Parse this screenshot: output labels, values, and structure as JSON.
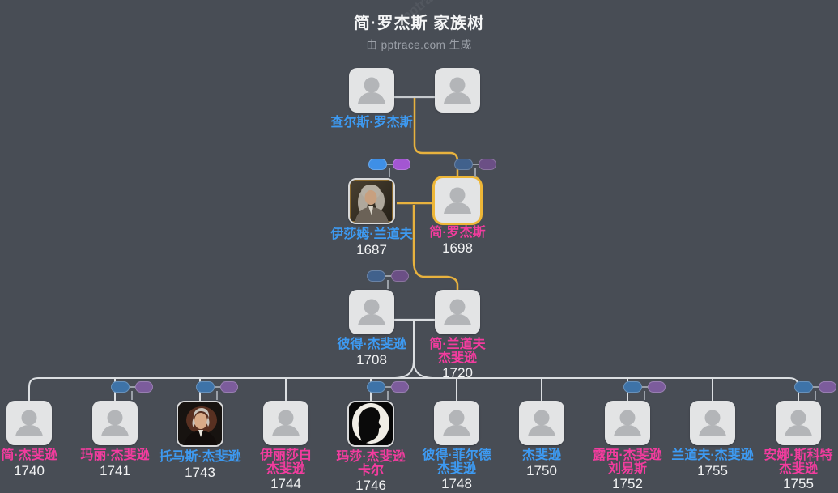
{
  "app": {
    "title": "简·罗杰斯 家族树",
    "subtitle": "由 pptrace.com 生成",
    "watermark": "pptrace"
  },
  "colors": {
    "bg": "#484D55",
    "male": "#3D9AF2",
    "female": "#F23C9E",
    "year": "#F2F3F4",
    "subtitle": "#9CA1A9",
    "card": "#E3E4E5",
    "avatar_icon": "#B3B5B8",
    "highlight_border": "#EDB637",
    "lineage_line": "#E8B23E",
    "couple_line": "#C6CACE",
    "bus_line": "#DCDFE2",
    "pill_blue_bright": "#3E8FE6",
    "pill_purple_bright": "#A356D2",
    "pill_blue_dim": "#3E73A8",
    "pill_purple_dim": "#7C5C9C",
    "pill_blue_muted": "#41618C",
    "pill_purple_muted": "#6B4F85"
  },
  "icons": {
    "avatar_placeholder": "person-silhouette-icon",
    "pill_pair": "collapsed-couple-toggle (blue=male, purple=female)"
  },
  "ancestors": {
    "gen1_father": {
      "name": "查尔斯·罗杰斯",
      "gender": "male"
    },
    "gen1_mother": {
      "name": "",
      "gender": "unknown"
    },
    "gen2_father": {
      "name": "伊莎姆·兰道夫",
      "year": "1687",
      "gender": "male",
      "portrait": "randolph-painting",
      "ancestor_pills": "bright"
    },
    "gen2_mother": {
      "name": "简·罗杰斯",
      "year": "1698",
      "gender": "female",
      "highlighted_root": true,
      "ancestor_pills": "muted"
    },
    "gen3_father": {
      "name": "彼得·杰斐逊",
      "year": "1708",
      "gender": "male",
      "ancestor_pills": "muted"
    },
    "gen3_mother": {
      "name_line1": "简·兰道夫",
      "name_line2": "杰斐逊",
      "year": "1720",
      "gender": "female"
    }
  },
  "children": [
    {
      "name_lines": [
        "简·杰斐逊"
      ],
      "year": "1740",
      "gender": "female",
      "portrait": "none",
      "spouse_pills": null
    },
    {
      "name_lines": [
        "玛丽·杰斐逊"
      ],
      "year": "1741",
      "gender": "female",
      "portrait": "none",
      "spouse_pills": "dim"
    },
    {
      "name_lines": [
        "托马斯·杰斐逊"
      ],
      "year": "1743",
      "gender": "male",
      "portrait": "jefferson-painting",
      "spouse_pills": "dim"
    },
    {
      "name_lines": [
        "伊丽莎白",
        "杰斐逊"
      ],
      "year": "1744",
      "gender": "female",
      "portrait": "none",
      "spouse_pills": null
    },
    {
      "name_lines": [
        "玛莎·杰斐逊",
        "卡尔"
      ],
      "year": "1746",
      "gender": "female",
      "portrait": "silhouette-medallion",
      "spouse_pills": "dim"
    },
    {
      "name_lines": [
        "彼得·菲尔德",
        "杰斐逊"
      ],
      "year": "1748",
      "gender": "male",
      "portrait": "none",
      "spouse_pills": null
    },
    {
      "name_lines": [
        "杰斐逊"
      ],
      "year": "1750",
      "gender": "male",
      "portrait": "none",
      "spouse_pills": null
    },
    {
      "name_lines": [
        "露西·杰斐逊",
        "刘易斯"
      ],
      "year": "1752",
      "gender": "female",
      "portrait": "none",
      "spouse_pills": "dim"
    },
    {
      "name_lines": [
        "兰道夫·杰斐逊"
      ],
      "year": "1755",
      "gender": "male",
      "portrait": "none",
      "spouse_pills": null
    },
    {
      "name_lines": [
        "安娜·斯科特",
        "杰斐逊"
      ],
      "year": "1755",
      "gender": "female",
      "portrait": "none",
      "spouse_pills": "dim"
    }
  ]
}
